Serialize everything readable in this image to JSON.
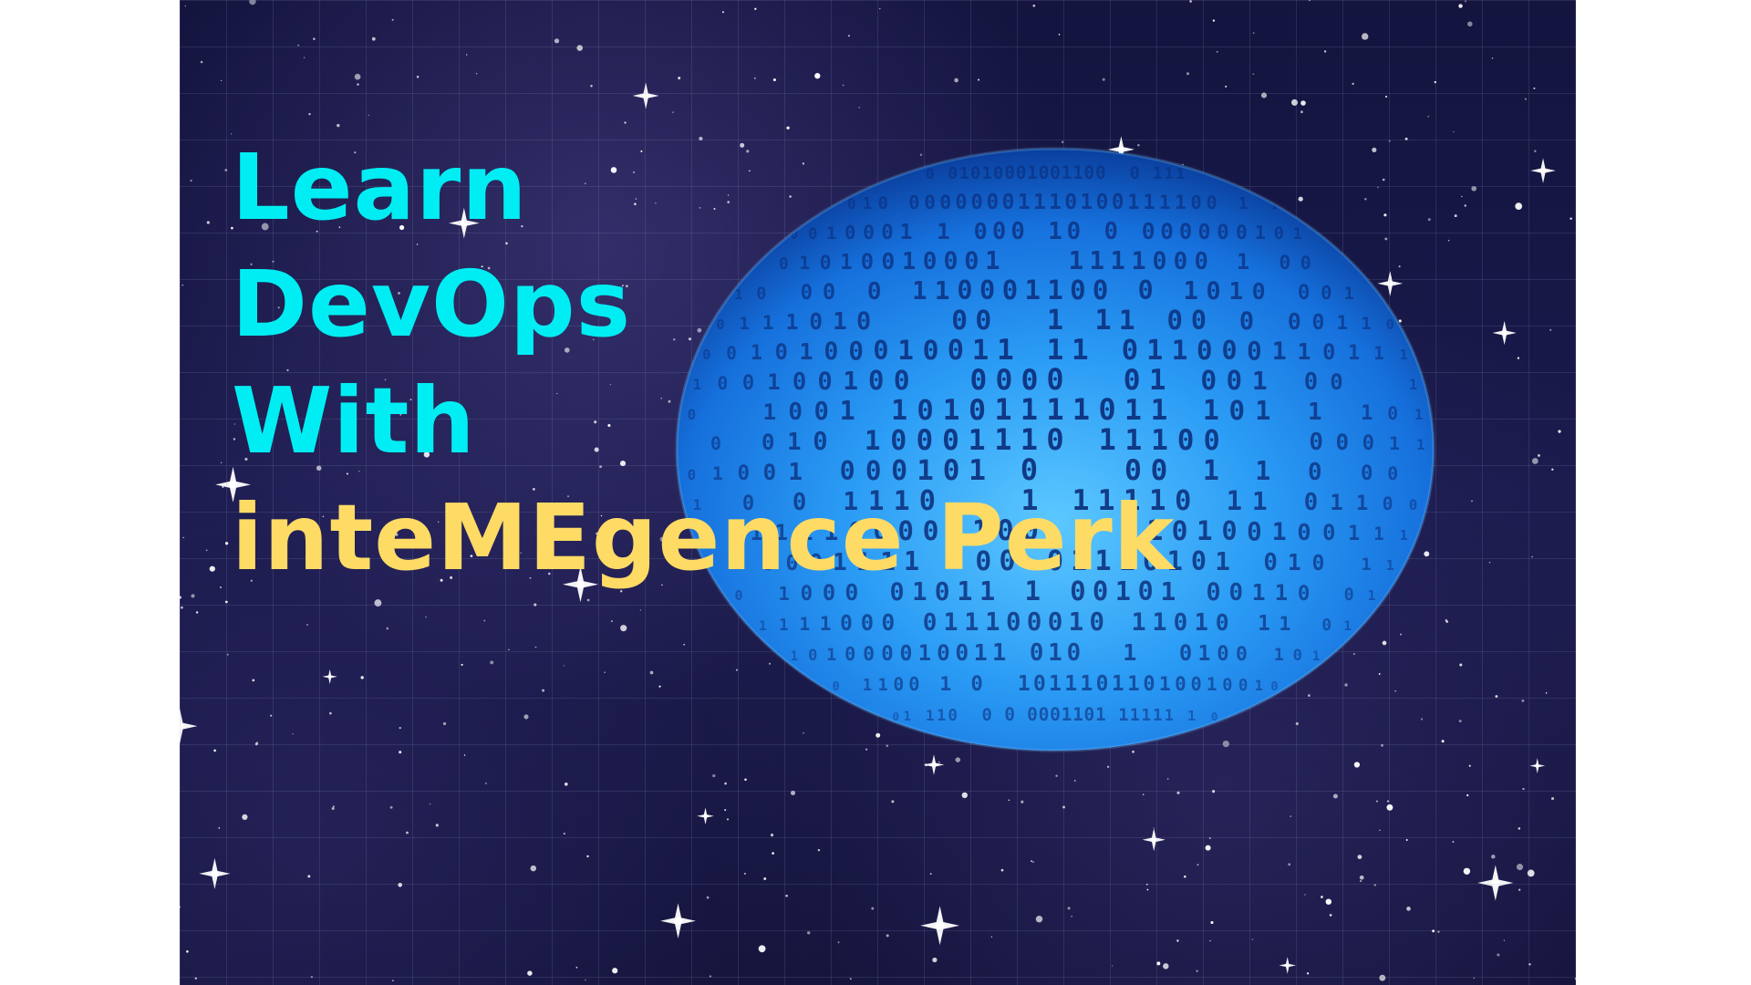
{
  "headline": {
    "line1": "Learn",
    "line2": "DevOps",
    "line3": "With",
    "line4": "inteMEgence Perk"
  },
  "colors": {
    "background": "#ffffff",
    "space": "#16164a",
    "grid_line": "#969bc8",
    "text_primary": "#00eef3",
    "text_brand": "#fedb65",
    "sphere_light": "#5cc8ff",
    "sphere_mid": "#1f8ff0",
    "sphere_dark": "#0a3f9e",
    "digits": "#0b2b78"
  },
  "icons": {
    "background_texture": "starfield-image",
    "centerpiece": "binary-digit-sphere-image"
  }
}
